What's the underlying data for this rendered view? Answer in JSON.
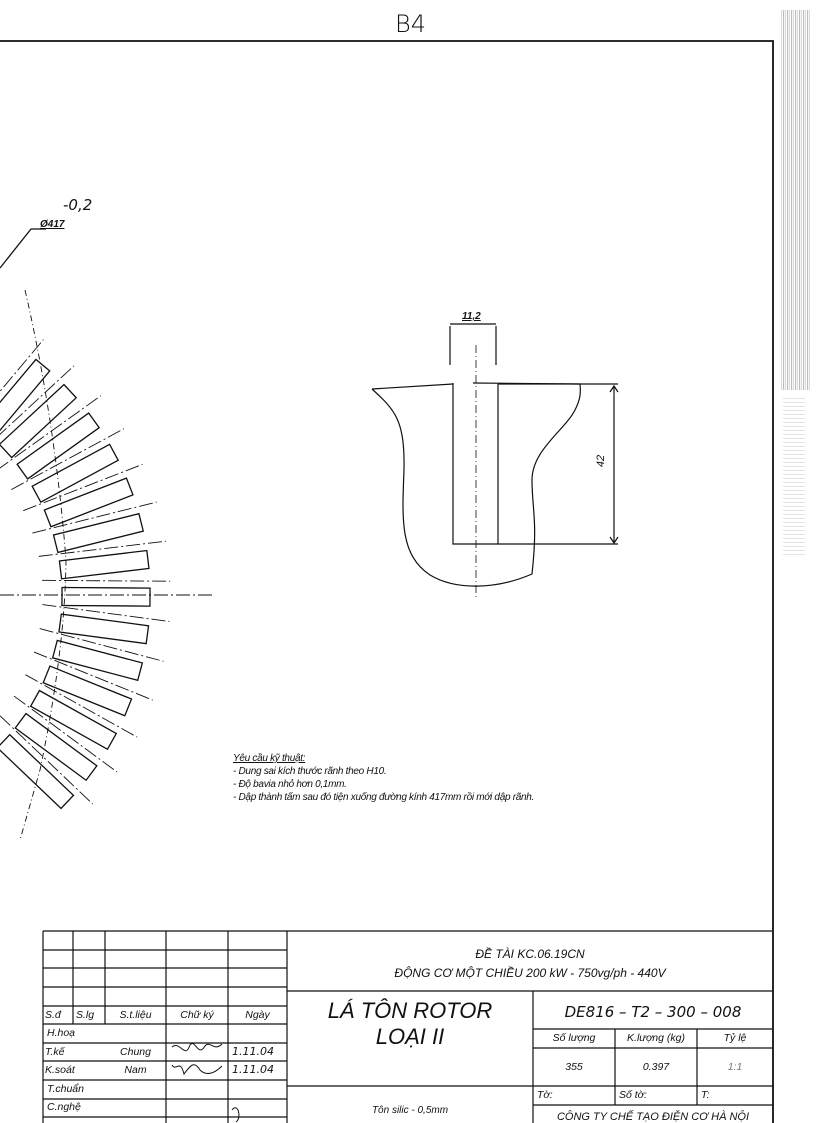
{
  "page": {
    "sheet_marker": "B4"
  },
  "drawing": {
    "outer_diameter_label": "Ø417",
    "outer_diameter_tolerance": "-0,2",
    "slot_width_label": "11,2",
    "slot_depth_label": "42",
    "line_color": "#111111"
  },
  "technical_requirements": {
    "title": "Yêu cầu kỹ thuật:",
    "items": [
      "- Dung sai kích thước rãnh theo H10.",
      "- Độ bavia nhỏ hơn 0,1mm.",
      "- Dập thành tấm sau đó tiện xuống đường kính 417mm rồi mới dập rãnh."
    ]
  },
  "title_block": {
    "project_line1": "ĐỀ TÀI KC.06.19CN",
    "project_line2": "ĐỘNG CƠ MỘT CHIỀU 200 kW - 750vg/ph - 440V",
    "part_name_line1": "LÁ TÔN ROTOR",
    "part_name_line2": "LOẠI II",
    "drawing_code": "DE816 – T2 – 300 – 008",
    "material": "Tôn silic - 0,5mm",
    "company": "CÔNG TY CHẾ TẠO ĐIỆN CƠ HÀ NỘI",
    "revision_headers": [
      "S.đ",
      "S.lg",
      "S.t.liệu",
      "Chữ ký",
      "Ngày"
    ],
    "roles": [
      {
        "role": "H.hoạ",
        "name": "",
        "date": ""
      },
      {
        "role": "T.kế",
        "name": "Chung",
        "date": "1.11.04"
      },
      {
        "role": "K.soát",
        "name": "Nam",
        "date": "1.11.04"
      },
      {
        "role": "T.chuẩn",
        "name": "",
        "date": ""
      },
      {
        "role": "C.nghệ",
        "name": "",
        "date": ""
      }
    ],
    "props_headers": [
      "Số lượng",
      "K.lượng (kg)",
      "Tỷ lệ"
    ],
    "props_values": [
      "355",
      "0.397",
      "1:1"
    ],
    "sheet_headers": [
      "Tờ:",
      "Số tờ:",
      "T:"
    ]
  }
}
